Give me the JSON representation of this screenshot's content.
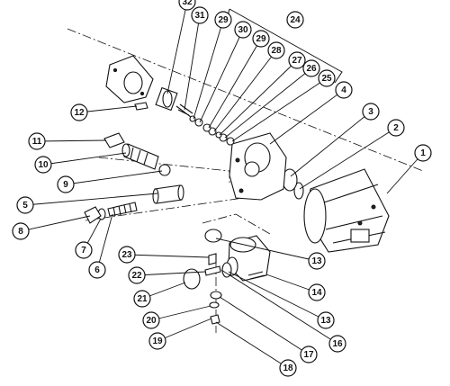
{
  "diagram": {
    "callouts": [
      {
        "label": "1"
      },
      {
        "label": "2"
      },
      {
        "label": "3"
      },
      {
        "label": "4"
      },
      {
        "label": "5"
      },
      {
        "label": "6"
      },
      {
        "label": "7"
      },
      {
        "label": "8"
      },
      {
        "label": "9"
      },
      {
        "label": "10"
      },
      {
        "label": "11"
      },
      {
        "label": "12"
      },
      {
        "label": "13"
      },
      {
        "label": "13"
      },
      {
        "label": "14"
      },
      {
        "label": "16"
      },
      {
        "label": "17"
      },
      {
        "label": "18"
      },
      {
        "label": "19"
      },
      {
        "label": "20"
      },
      {
        "label": "21"
      },
      {
        "label": "22"
      },
      {
        "label": "23"
      },
      {
        "label": "24"
      },
      {
        "label": "25"
      },
      {
        "label": "26"
      },
      {
        "label": "27"
      },
      {
        "label": "28"
      },
      {
        "label": "29"
      },
      {
        "label": "29"
      },
      {
        "label": "30"
      },
      {
        "label": "31"
      },
      {
        "label": "32"
      }
    ]
  }
}
